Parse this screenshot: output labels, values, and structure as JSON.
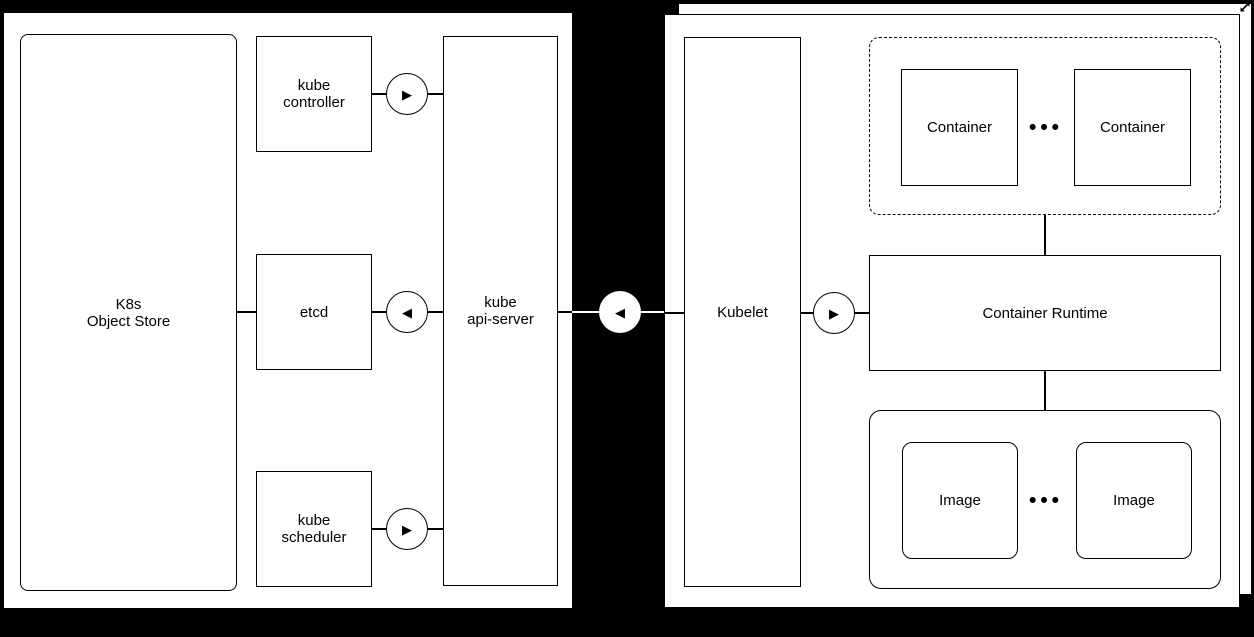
{
  "scene": {
    "background_color": "#000000",
    "shape_fill_color": "#ffffff",
    "stroke_color": "#000000"
  },
  "master_panel": {
    "object_store": {
      "line1": "K8s",
      "line2": "Object Store"
    },
    "kube_controller": {
      "line1": "kube",
      "line2": "controller",
      "arrow": "▶"
    },
    "etcd": {
      "label": "etcd",
      "arrow": "◀"
    },
    "kube_scheduler": {
      "line1": "kube",
      "line2": "scheduler",
      "arrow": "▶"
    },
    "kube_api_server": {
      "line1": "kube",
      "line2": "api-server"
    }
  },
  "link": {
    "arrow": "◀"
  },
  "node_panel": {
    "kubelet": {
      "label": "Kubelet",
      "arrow": "▶"
    },
    "pod": {
      "container_left": "Container",
      "ellipsis": "•••",
      "container_right": "Container"
    },
    "container_runtime": {
      "label": "Container Runtime"
    },
    "image_store": {
      "image_left": "Image",
      "ellipsis": "•••",
      "image_right": "Image"
    }
  },
  "controls": {
    "resize_icon": "diagonal-resize-arrow"
  }
}
